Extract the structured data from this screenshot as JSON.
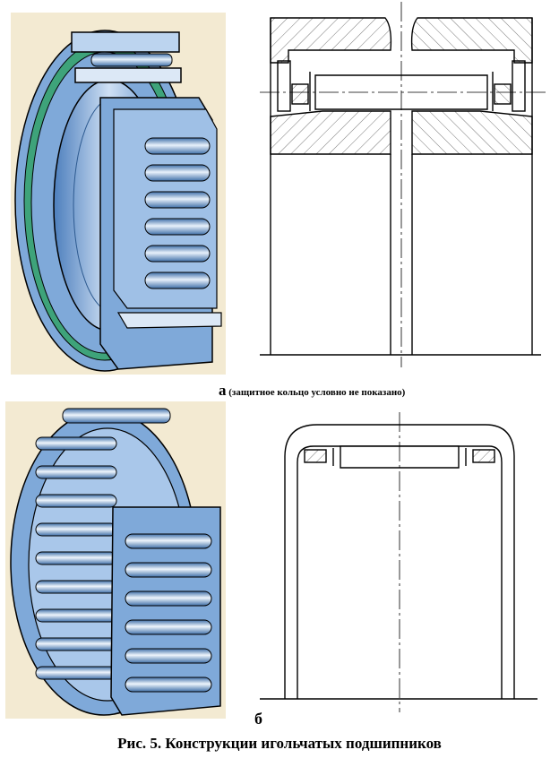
{
  "figure": {
    "label_a_letter": "а",
    "label_a_note": " (защитное кольцо условно не показано)",
    "label_b": "б",
    "caption": "Рис. 5. Конструкции игольчатых подшипников"
  },
  "colors": {
    "steel_blue": "#7fa9d9",
    "steel_light": "#bcd4ef",
    "steel_dark": "#3f6fa8",
    "seal_green": "#3ea37a",
    "background_beige": "#f3ead2",
    "line": "#000000",
    "hatch": "#555555"
  },
  "illustrations": [
    {
      "id": "a",
      "subject": "needle-roller-bearing-with-inner-ring-cutaway"
    },
    {
      "id": "b",
      "subject": "drawn-cup-needle-roller-bearing-cutaway"
    }
  ]
}
